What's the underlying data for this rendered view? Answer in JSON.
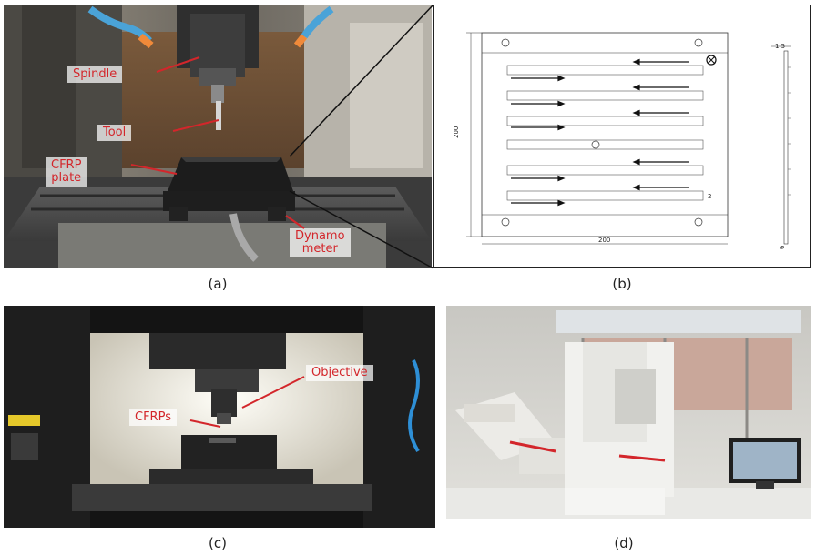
{
  "panels": {
    "a": {
      "caption": "(a)",
      "labels": {
        "spindle": "Spindle",
        "tool": "Tool",
        "cfrp_line1": "CFRP",
        "cfrp_line2": "plate",
        "dyn_line1": "Dynamo",
        "dyn_line2": "meter"
      }
    },
    "b": {
      "caption": "(b)",
      "dims": {
        "width": "200",
        "height": "200",
        "thickness": "1.5",
        "small": "2",
        "side": "6"
      }
    },
    "c": {
      "caption": "(c)",
      "labels": {
        "objective": "Objective",
        "cfrps": "CFRPs"
      }
    },
    "d": {
      "caption": "(d)"
    }
  },
  "colors": {
    "label_text": "#d3262b",
    "pointer": "#d3262b"
  }
}
